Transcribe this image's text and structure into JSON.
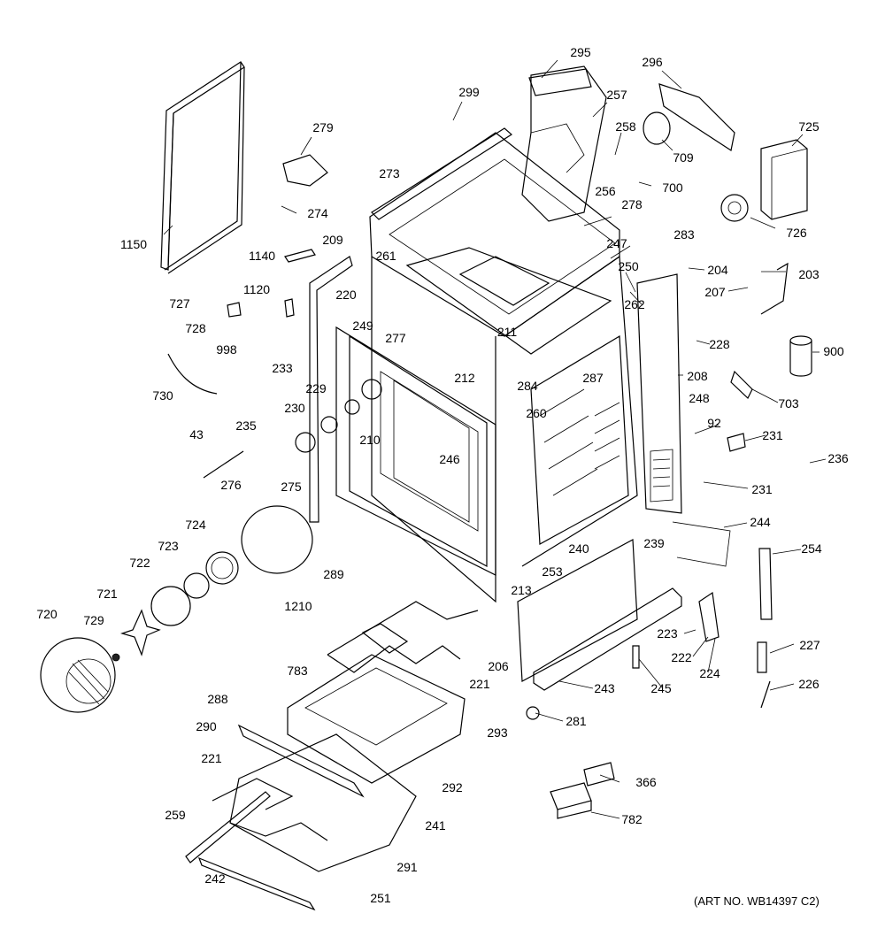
{
  "art_number": "(ART NO. WB14397 C2)",
  "colors": {
    "ink": "#000000",
    "paper": "#ffffff"
  },
  "callouts": [
    "295",
    "296",
    "299",
    "257",
    "725",
    "279",
    "258",
    "709",
    "700",
    "273",
    "256",
    "278",
    "1150",
    "274",
    "726",
    "209",
    "283",
    "1140",
    "261",
    "247",
    "204",
    "203",
    "250",
    "1120",
    "220",
    "207",
    "727",
    "262",
    "728",
    "998",
    "249",
    "277",
    "211",
    "228",
    "900",
    "233",
    "212",
    "284",
    "208",
    "287",
    "229",
    "248",
    "703",
    "730",
    "230",
    "260",
    "235",
    "92",
    "43",
    "210",
    "246",
    "231",
    "236",
    "276",
    "275",
    "231",
    "244",
    "724",
    "723",
    "722",
    "240",
    "239",
    "254",
    "289",
    "253",
    "213",
    "1210",
    "721",
    "729",
    "720",
    "223",
    "227",
    "222",
    "206",
    "224",
    "783",
    "221",
    "245",
    "243",
    "226",
    "288",
    "281",
    "290",
    "293",
    "221",
    "366",
    "292",
    "259",
    "241",
    "782",
    "291",
    "242",
    "251"
  ]
}
